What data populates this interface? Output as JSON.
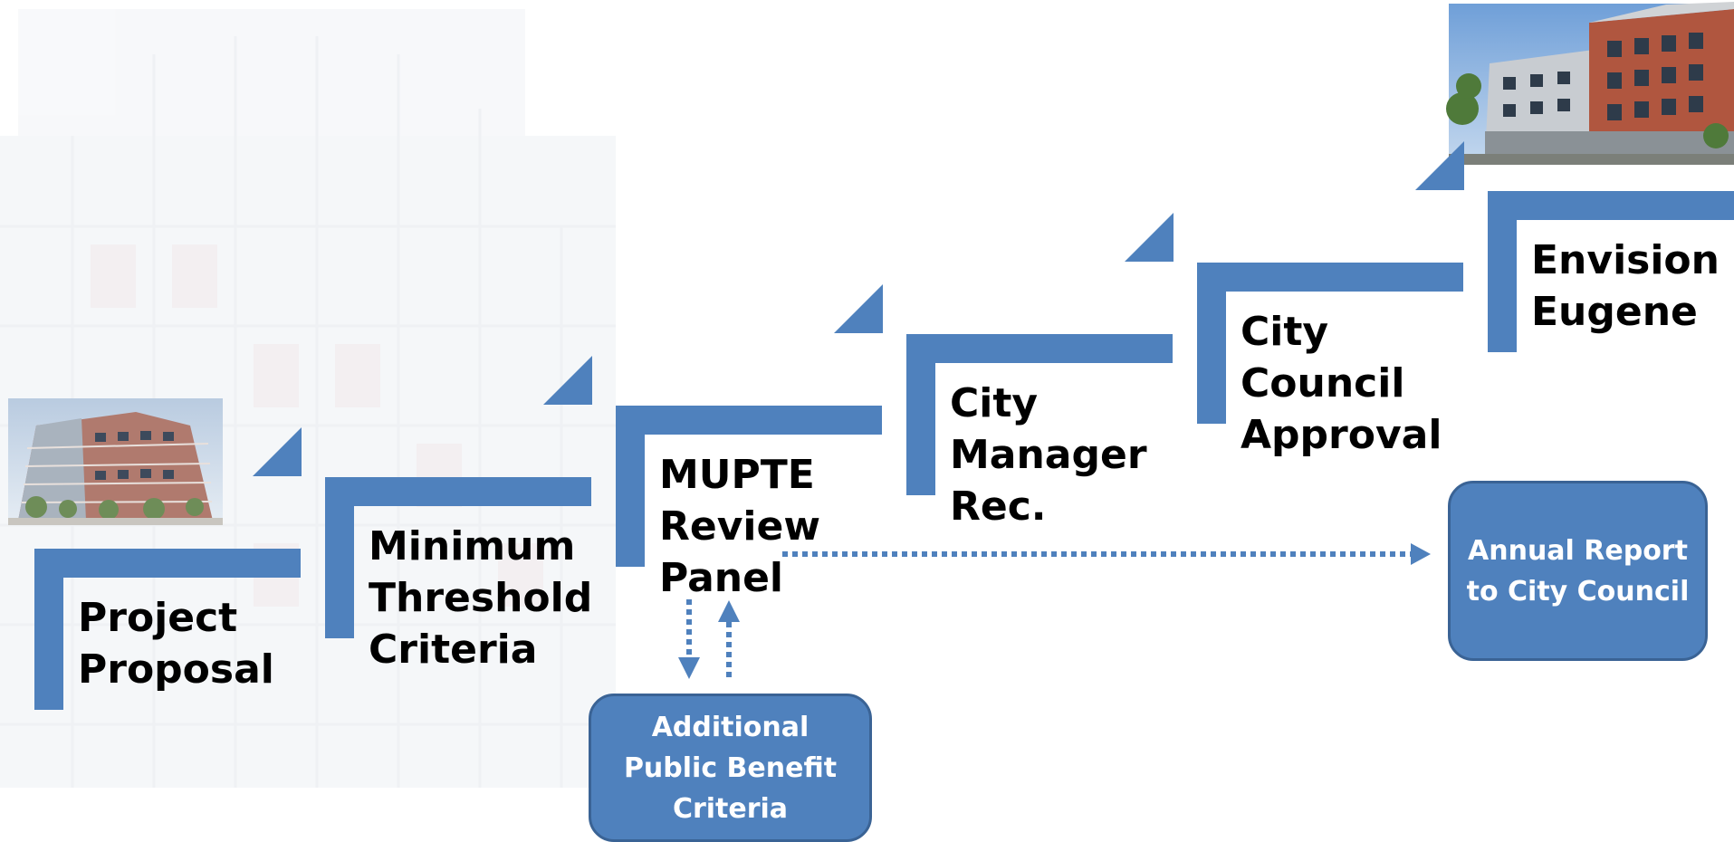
{
  "colors": {
    "step": "#4f81bd",
    "box_fill": "#4f81bd",
    "box_border": "#3a6395",
    "arrow": "#4f81bd",
    "text": "#000000",
    "box_text": "#ffffff"
  },
  "steps": [
    {
      "lines": [
        "Project",
        "Proposal"
      ]
    },
    {
      "lines": [
        "Minimum",
        "Threshold",
        "Criteria"
      ]
    },
    {
      "lines": [
        "MUPTE",
        "Review",
        "Panel"
      ]
    },
    {
      "lines": [
        "City",
        "Manager",
        "Rec."
      ]
    },
    {
      "lines": [
        "City",
        "Council",
        "Approval"
      ]
    },
    {
      "lines": [
        "Envision",
        "Eugene"
      ]
    }
  ],
  "boxes": {
    "additional": {
      "lines": [
        "Additional",
        "Public Benefit",
        "Criteria"
      ]
    },
    "annual": {
      "lines": [
        "Annual Report",
        "to City Council"
      ]
    }
  },
  "images": {
    "rendering": "building-rendering",
    "photo": "building-photo",
    "background": "faded-building-watermark"
  }
}
